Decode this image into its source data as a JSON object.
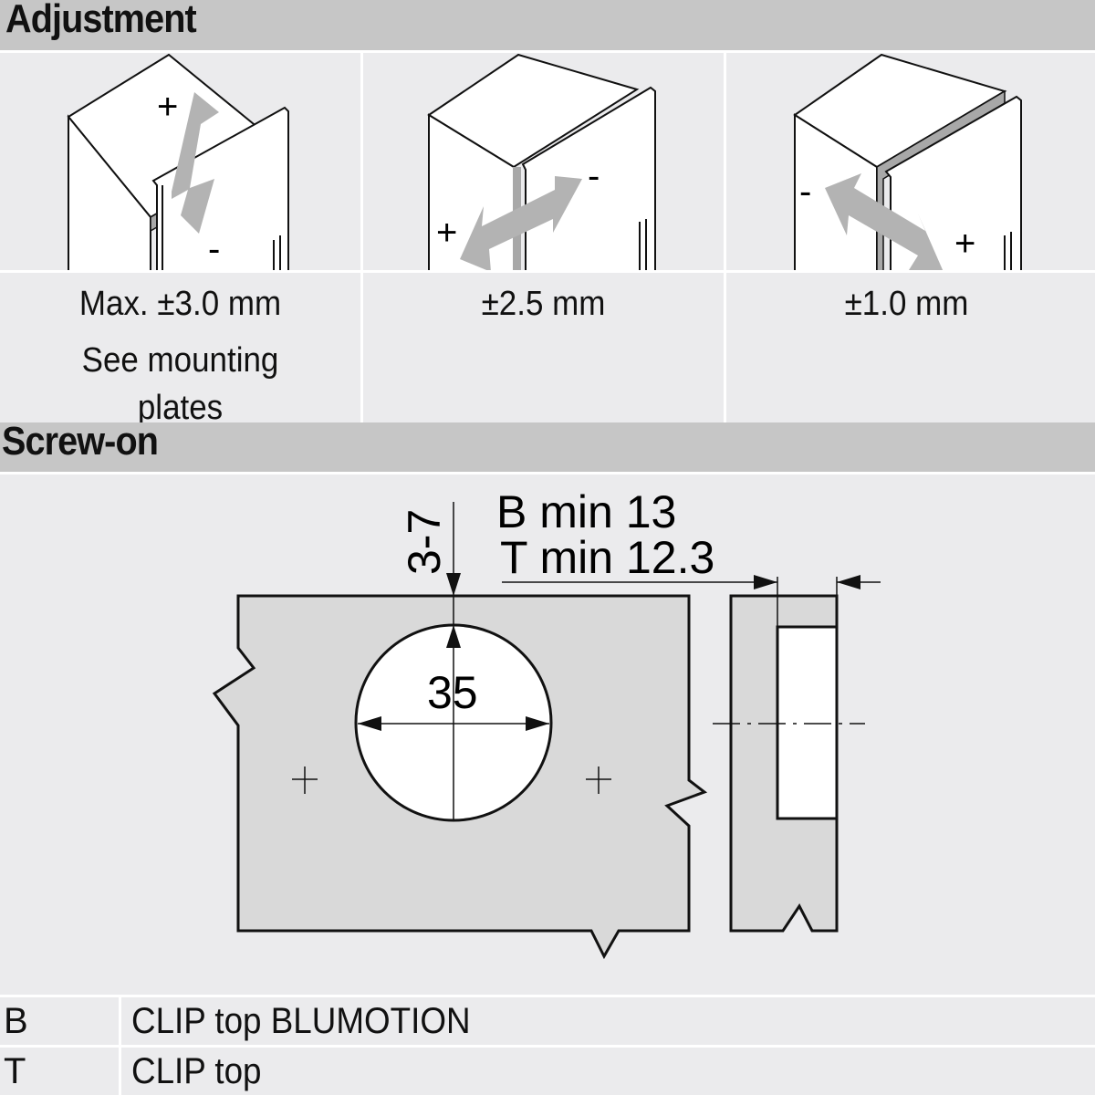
{
  "sections": {
    "adjustment": {
      "title": "Adjustment",
      "panels": [
        {
          "direction": "height",
          "plus": "+",
          "minus": "-",
          "value": "Max. ±3.0 mm",
          "note_line1": "See mounting",
          "note_line2": "plates"
        },
        {
          "direction": "side",
          "plus": "+",
          "minus": "-",
          "value": "±2.5 mm"
        },
        {
          "direction": "depth",
          "plus": "+",
          "minus": "-",
          "value": "±1.0 mm"
        }
      ]
    },
    "screw_on": {
      "title": "Screw-on",
      "drawing": {
        "edge_distance": "3-7",
        "cup_diameter": "35",
        "b_min": "B min 13",
        "t_min": "T min 12.3"
      }
    }
  },
  "legend": [
    {
      "key": "B",
      "value": "CLIP top BLUMOTION"
    },
    {
      "key": "T",
      "value": "CLIP top"
    }
  ],
  "colors": {
    "header_bg": "#c6c6c6",
    "panel_bg": "#ebebed",
    "arrow_gray": "#b3b3b3",
    "material_gray": "#d9d9d9",
    "gap_gray": "#a8a8a8"
  }
}
